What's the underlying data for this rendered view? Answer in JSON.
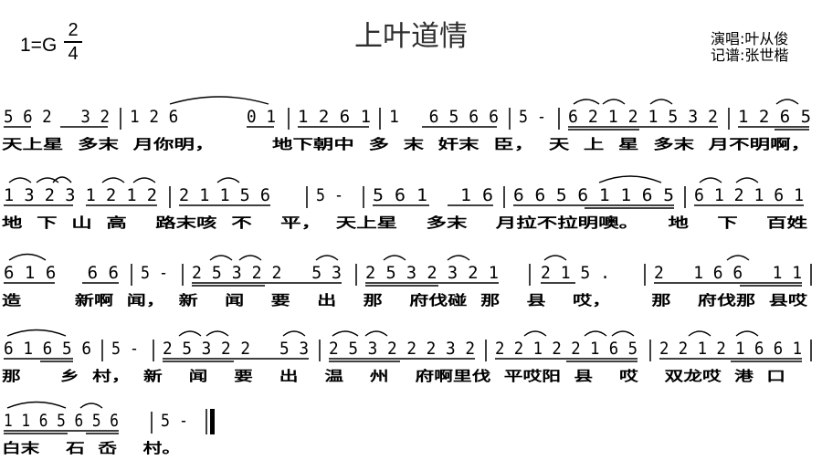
{
  "header": {
    "key": "1=G",
    "meter_top": "2",
    "meter_bottom": "4",
    "title": "上叶道情",
    "singer": "演唱:叶从俊",
    "transcriber": "记谱:张世楷"
  },
  "systems": [
    {
      "notes": [
        "5 6 2   3 2",
        "1 2 6       0 1",
        "1 2 6 1",
        "1   6 5 6 6",
        "5 -",
        "6 2 1 2 1 5 3 2",
        "1 2 6 5"
      ],
      "lyrics": "天上星  多末  月你明，        地下朝中  多  末  奸末  臣，  天  上  星  多末  月不明啊，"
    },
    {
      "notes": [
        "1 3 2 3 1 2 1 2",
        "2 1 1 5 6",
        "5 -",
        "5 6 1   1 6",
        "6 6 5 6 1 1 6 5",
        "6 1 2 1 6 1"
      ],
      "lyrics": "地  下  山  高    路末咳  不    平，  天上星    多末    月拉不拉明噢。    地    下    百姓"
    },
    {
      "notes": [
        "6 1 6   6 6",
        "5 -",
        "2 5 3 2 2   5 3",
        "2 5 3 2 3 2 1",
        "2 1 5 .",
        "2   1 6 6   1 1"
      ],
      "lyrics": "造        新啊  闻，  新    闻    要    出    那    府伐碰  那    县    哎，      那    府伐那  县哎"
    },
    {
      "notes": [
        "6 1 6 5 6",
        "5 -",
        "2 5 3 2 2   5 3",
        "2 5 3 2 2 2 3 2",
        "2 2 1 2 2 1 6 5",
        "2 2 1 2 1 6 6 1"
      ],
      "lyrics": "那      乡  村，  新    闻    要    出    温    州    府啊里伐  平哎阳  县    哎    双龙哎  港  口"
    },
    {
      "notes": [
        "1 1 6 5 6 5 6",
        "5 -"
      ],
      "lyrics": "白末    石  岙    村。"
    }
  ]
}
